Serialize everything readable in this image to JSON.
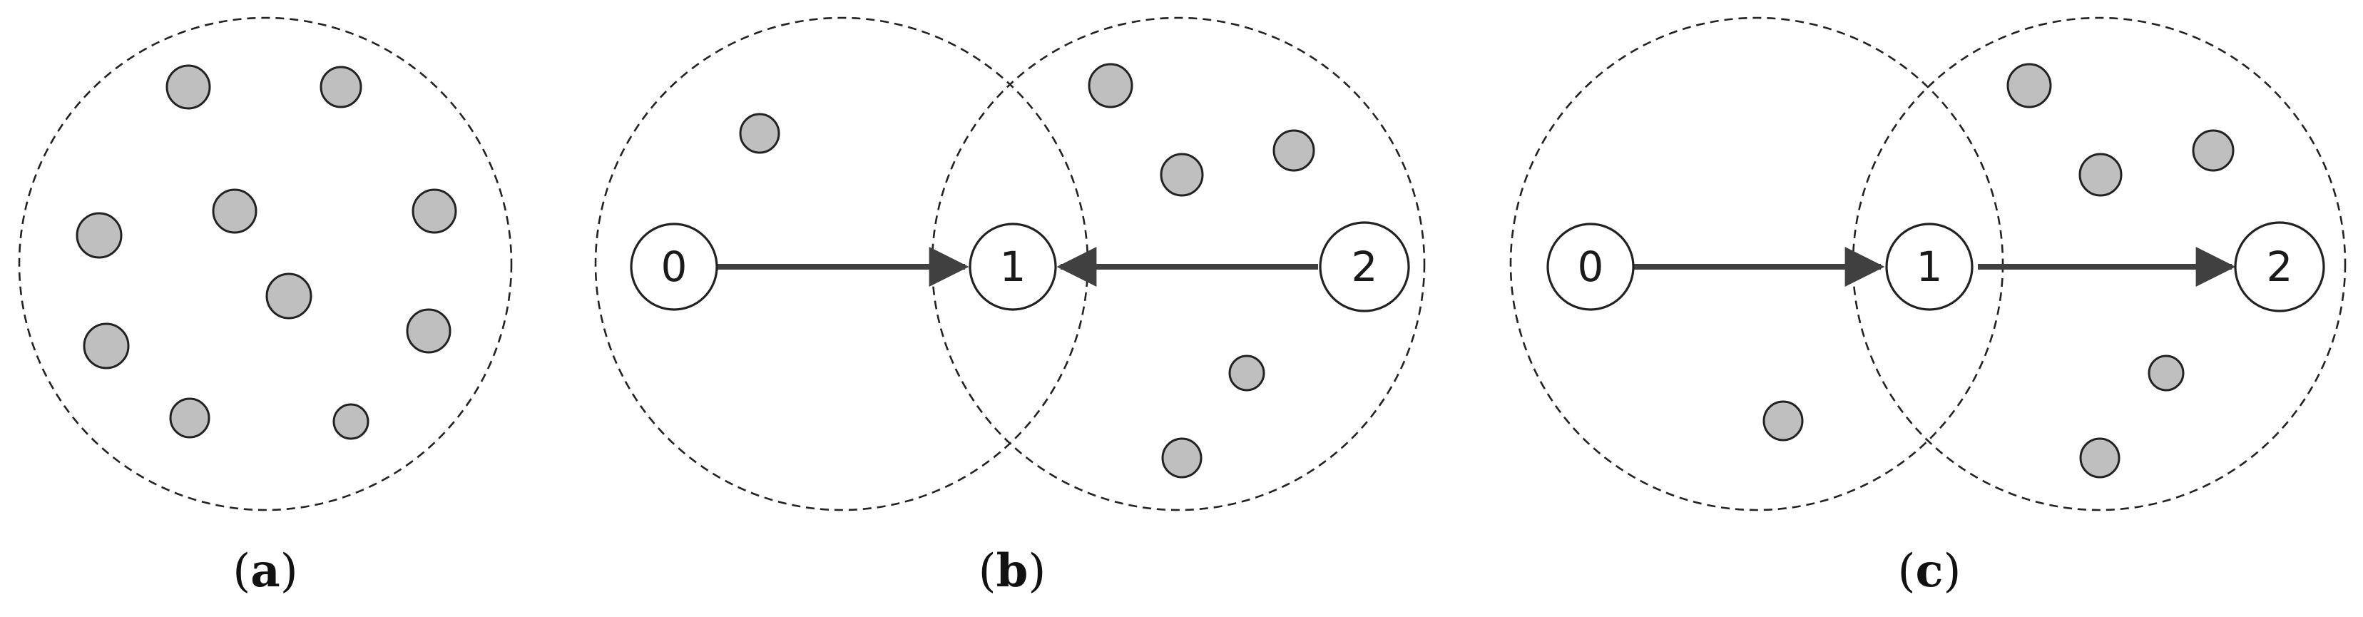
{
  "colors": {
    "background": "#ffffff",
    "dot_fill": "#bfbfbf",
    "outline": "#222222",
    "arrow": "#404040"
  },
  "panels": [
    {
      "id": "a",
      "caption": {
        "open": "(",
        "letter": "a",
        "close": ")"
      },
      "nodes": [],
      "edges": []
    },
    {
      "id": "b",
      "caption": {
        "open": "(",
        "letter": "b",
        "close": ")"
      },
      "nodes": [
        {
          "label": "0"
        },
        {
          "label": "1"
        },
        {
          "label": "2"
        }
      ],
      "edges": [
        {
          "from": "0",
          "to": "1"
        },
        {
          "from": "2",
          "to": "1"
        }
      ]
    },
    {
      "id": "c",
      "caption": {
        "open": "(",
        "letter": "c",
        "close": ")"
      },
      "nodes": [
        {
          "label": "0"
        },
        {
          "label": "1"
        },
        {
          "label": "2"
        }
      ],
      "edges": [
        {
          "from": "0",
          "to": "1"
        },
        {
          "from": "1",
          "to": "2"
        }
      ]
    }
  ]
}
